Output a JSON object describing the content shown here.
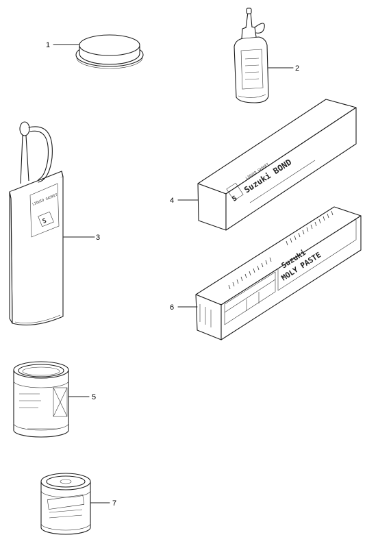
{
  "callouts": {
    "c1": "1",
    "c2": "2",
    "c3": "3",
    "c4": "4",
    "c5": "5",
    "c6": "6",
    "c7": "7"
  },
  "box4": {
    "small_text": "LIQUID GASKET",
    "brand_text": "Suzuki BOND",
    "logo_text": "S"
  },
  "box6": {
    "brand_text": "Suzuki",
    "product_text": "MOLY PASTE"
  },
  "colors": {
    "line": "#1a1a1a",
    "background": "#ffffff"
  }
}
